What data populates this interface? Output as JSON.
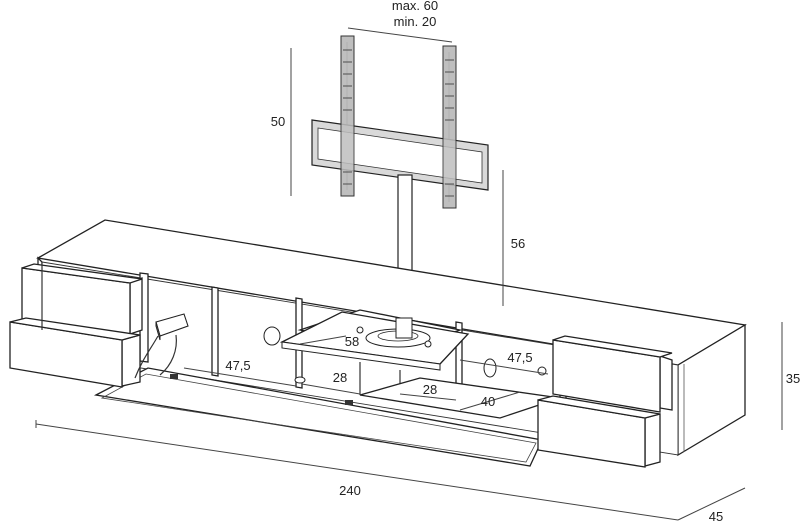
{
  "labels": {
    "tv_width_max": "max. 60",
    "tv_width_min": "min. 20",
    "bracket_height": "50",
    "pole_height": "56",
    "shelf_width": "58",
    "compartment_left": "47,5",
    "compartment_right": "47,5",
    "shelf_depth_left": "28",
    "shelf_depth_right": "28",
    "drawer_depth": "40",
    "unit_height": "35",
    "unit_width": "240",
    "unit_depth": "45"
  },
  "colors": {
    "line": "#333333",
    "fill": "#ffffff",
    "dark": "#1a1a1a"
  }
}
